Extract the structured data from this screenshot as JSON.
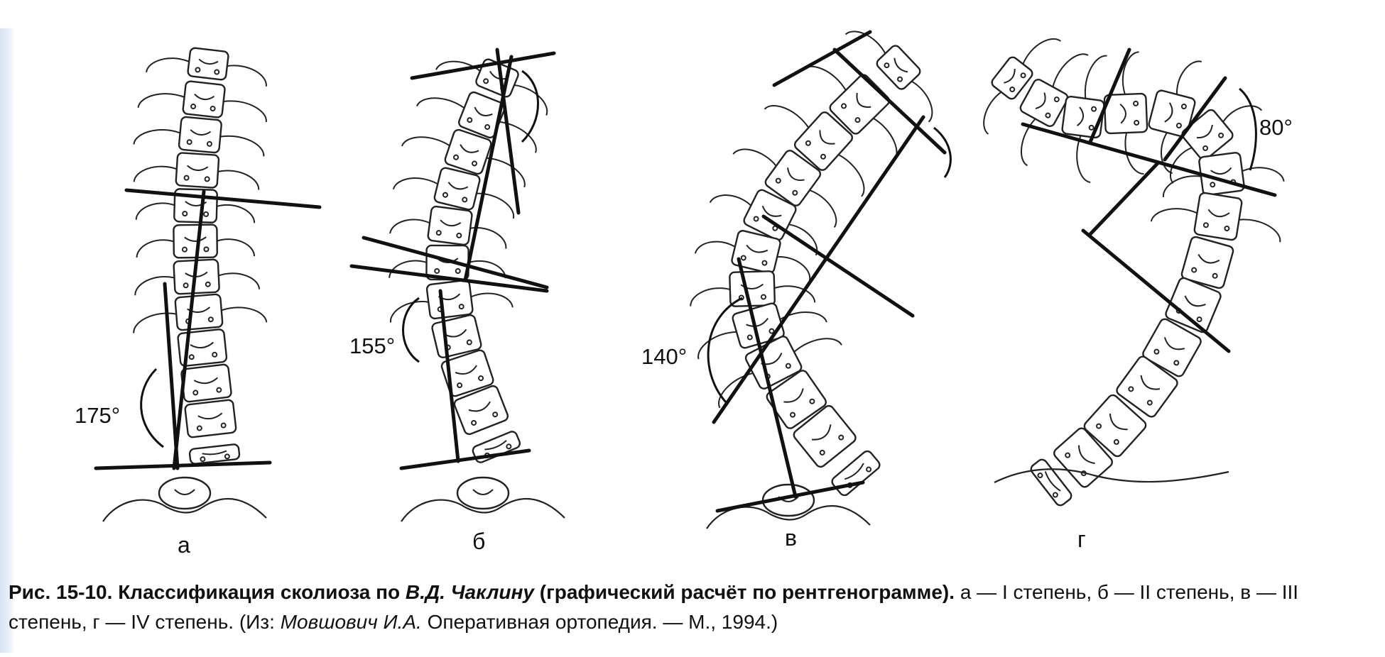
{
  "panels": [
    {
      "label": "а",
      "angle": "175°"
    },
    {
      "label": "б",
      "angle": "155°"
    },
    {
      "label": "в",
      "angle": "140°"
    },
    {
      "label": "г",
      "angle": "80°"
    }
  ],
  "caption": {
    "fig_number": "Рис. 15-10.",
    "title_pre": "Классификация сколиоза по",
    "author_ital": "В.Д. Чаклину",
    "title_post": "(графический расчёт по рентгенограмме).",
    "grades": "а — I степень, б — II степень, в — III степень, г — IV степень.",
    "source_pre": "(Из:",
    "source_author": "Мовшович И.А.",
    "source_post": "Оперативная ортопедия. — М., 1994.)"
  }
}
